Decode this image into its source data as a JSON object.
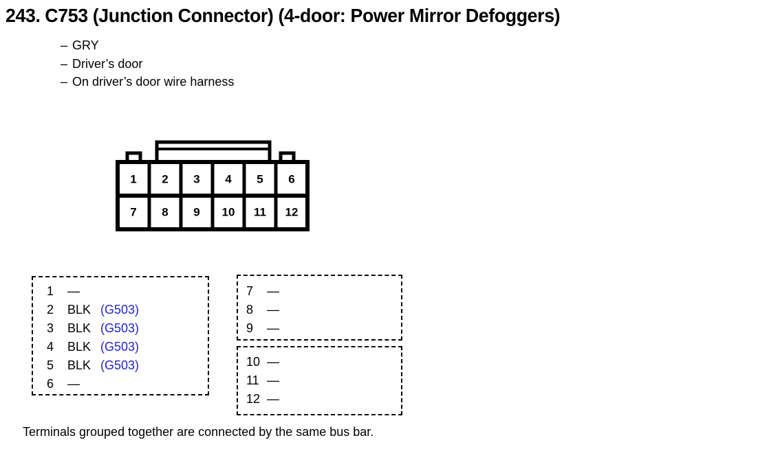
{
  "heading": {
    "number": "243.",
    "title": "C753 (Junction Connector) (4-door: Power Mirror Defoggers)"
  },
  "attributes": [
    {
      "dash": "–",
      "text": "GRY"
    },
    {
      "dash": "–",
      "text": "Driver’s door"
    },
    {
      "dash": "–",
      "text": "On driver’s door wire harness"
    }
  ],
  "connector": {
    "rows": [
      [
        "1",
        "2",
        "3",
        "4",
        "5",
        "6"
      ],
      [
        "7",
        "8",
        "9",
        "10",
        "11",
        "12"
      ]
    ],
    "outline_color": "#000000",
    "fill_color": "#ffffff"
  },
  "terminal_groups": [
    {
      "id": "group-left",
      "rows": [
        {
          "pin": "1",
          "wire": "—",
          "ground": ""
        },
        {
          "pin": "2",
          "wire": "BLK",
          "ground": "(G503)"
        },
        {
          "pin": "3",
          "wire": "BLK",
          "ground": "(G503)"
        },
        {
          "pin": "4",
          "wire": "BLK",
          "ground": "(G503)"
        },
        {
          "pin": "5",
          "wire": "BLK",
          "ground": "(G503)"
        },
        {
          "pin": "6",
          "wire": "—",
          "ground": ""
        }
      ]
    },
    {
      "id": "group-right-a",
      "rows": [
        {
          "pin": "7",
          "wire": "—",
          "ground": ""
        },
        {
          "pin": "8",
          "wire": "—",
          "ground": ""
        },
        {
          "pin": "9",
          "wire": "—",
          "ground": ""
        }
      ]
    },
    {
      "id": "group-right-b",
      "rows": [
        {
          "pin": "10",
          "wire": "—",
          "ground": ""
        },
        {
          "pin": "11",
          "wire": "—",
          "ground": ""
        },
        {
          "pin": "12",
          "wire": "—",
          "ground": ""
        }
      ]
    }
  ],
  "caption": "Terminals grouped together are connected by the same bus bar.",
  "colors": {
    "ground_ref": "#2222cc",
    "ink": "#000000",
    "page": "#ffffff"
  }
}
